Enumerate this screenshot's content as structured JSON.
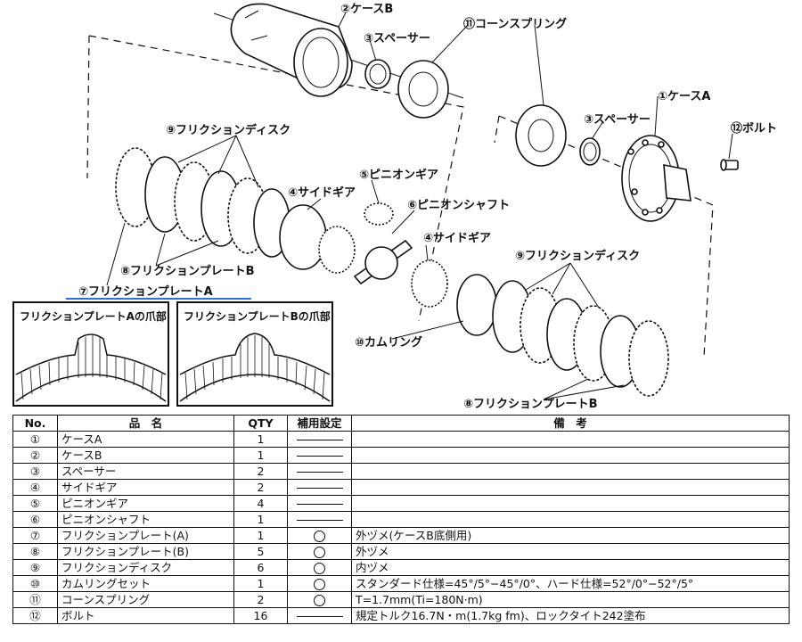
{
  "labels": {
    "case_b": "②ケースB",
    "spacer_top": "③スペーサー",
    "cone_spring": "⑪コーンスプリング",
    "case_a": "①ケースA",
    "spacer_right": "③スペーサー",
    "bolt": "⑫ボルト",
    "friction_disc_top": "⑨フリクションディスク",
    "pinion_gear": "⑤ピニオンギア",
    "side_gear_left": "④サイドギア",
    "pinion_shaft": "⑥ピニオンシャフト",
    "side_gear_right": "④サイドギア",
    "friction_disc_right": "⑨フリクションディスク",
    "friction_plate_b_left": "⑧フリクションプレートB",
    "friction_plate_a": "⑦フリクションプレートA",
    "cam_ring": "⑩カムリング",
    "friction_plate_b_bottom": "⑧フリクションプレートB"
  },
  "details": {
    "plate_a_tab": "フリクションプレートAの爪部",
    "plate_b_tab": "フリクションプレートBの爪部"
  },
  "table": {
    "headers": {
      "no": "No.",
      "name": "品　名",
      "qty": "QTY",
      "service": "補用設定",
      "remarks": "備　考"
    },
    "rows": [
      {
        "no": "①",
        "name": "ケースA",
        "qty": "1",
        "service": "none",
        "remarks": ""
      },
      {
        "no": "②",
        "name": "ケースB",
        "qty": "1",
        "service": "none",
        "remarks": ""
      },
      {
        "no": "③",
        "name": "スペーサー",
        "qty": "2",
        "service": "none",
        "remarks": ""
      },
      {
        "no": "④",
        "name": "サイドギア",
        "qty": "2",
        "service": "none",
        "remarks": ""
      },
      {
        "no": "⑤",
        "name": "ピニオンギア",
        "qty": "4",
        "service": "none",
        "remarks": ""
      },
      {
        "no": "⑥",
        "name": "ピニオンシャフト",
        "qty": "1",
        "service": "none",
        "remarks": ""
      },
      {
        "no": "⑦",
        "name": "フリクションプレート(A)",
        "qty": "1",
        "service": "available",
        "remarks": "外ヅメ(ケースB底側用)"
      },
      {
        "no": "⑧",
        "name": "フリクションプレート(B)",
        "qty": "5",
        "service": "available",
        "remarks": "外ヅメ"
      },
      {
        "no": "⑨",
        "name": "フリクションディスク",
        "qty": "6",
        "service": "available",
        "remarks": "内ヅメ"
      },
      {
        "no": "⑩",
        "name": "カムリングセット",
        "qty": "1",
        "service": "available",
        "remarks": "スタンダード仕様=45°/5°−45°/0°、ハード仕様=52°/0°−52°/5°"
      },
      {
        "no": "⑪",
        "name": "コーンスプリング",
        "qty": "2",
        "service": "available",
        "remarks": "T=1.7mm(Ti=180N·m)"
      },
      {
        "no": "⑫",
        "name": "ボルト",
        "qty": "16",
        "service": "none",
        "remarks": "規定トルク16.7N・m(1.7kg fm)、ロックタイト242塗布"
      }
    ]
  }
}
